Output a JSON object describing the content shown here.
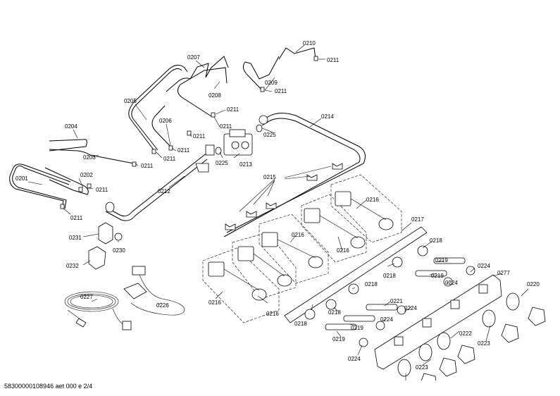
{
  "footer": {
    "document_id": "58300000108946 aet 000 e 2/4"
  },
  "labels": {
    "l0201": "0201",
    "l0202": "0202",
    "l0203": "0203",
    "l0204": "0204",
    "l0205": "0205",
    "l0206": "0206",
    "l0207": "0207",
    "l0208": "0208",
    "l0209": "0209",
    "l0210": "0210",
    "l0211": "0211",
    "l0212": "0212",
    "l0213": "0213",
    "l0214": "0214",
    "l0215": "0215",
    "l0216": "0216",
    "l0217": "0217",
    "l0218": "0218",
    "l0219": "0219",
    "l0220": "0220",
    "l0221": "0221",
    "l0222": "0222",
    "l0223": "0223",
    "l0224": "0224",
    "l0225": "0225",
    "l0226": "0226",
    "l0227": "0227",
    "l0230": "0230",
    "l0231": "0231",
    "l0232": "0232",
    "l0277": "0277"
  }
}
